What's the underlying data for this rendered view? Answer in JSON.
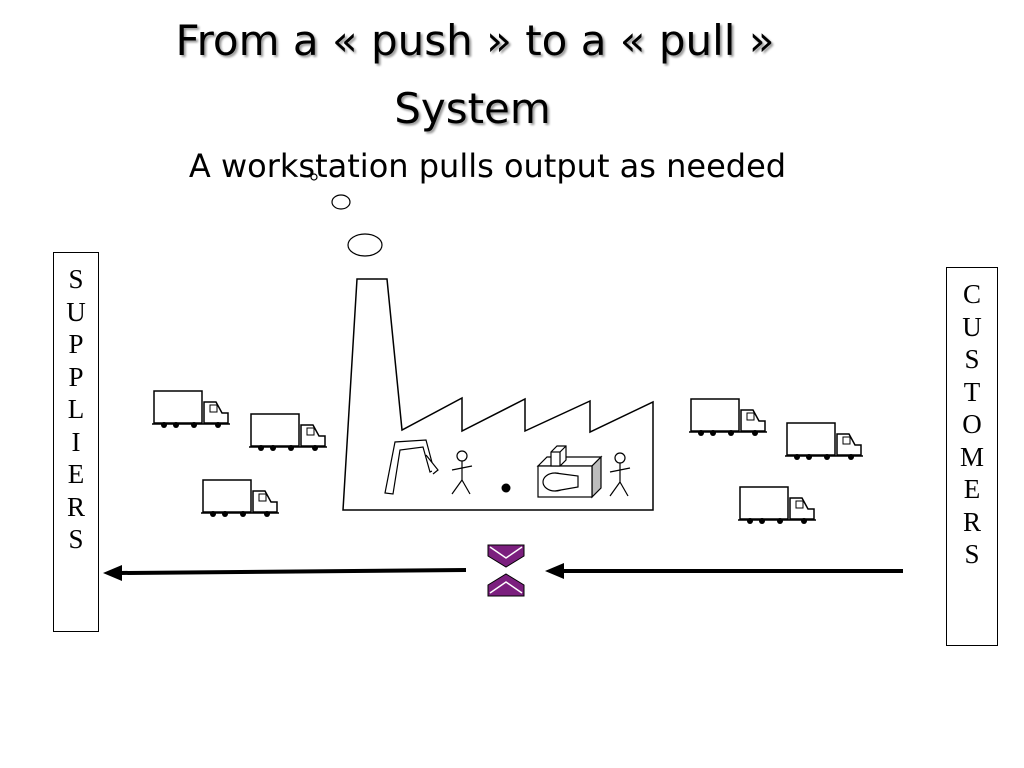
{
  "slide": {
    "title_line1": "From a « push » to a « pull »",
    "title_line2": "System",
    "subtitle": "A workstation pulls output as needed"
  },
  "suppliers_label": [
    "S",
    "U",
    "P",
    "P",
    "L",
    "I",
    "E",
    "R",
    "S"
  ],
  "customers_label": [
    "C",
    "U",
    "S",
    "T",
    "O",
    "M",
    "E",
    "R",
    "S"
  ],
  "colors": {
    "arrow": "#000000",
    "pull_chevron": "#7b1f7e",
    "background": "#ffffff"
  },
  "icons": [
    "truck-icon",
    "factory-icon",
    "stick-figure-icon",
    "robot-arm-icon",
    "machine-icon",
    "thought-bubble-icon",
    "kanban-chevron-icon",
    "arrow-left-icon"
  ]
}
